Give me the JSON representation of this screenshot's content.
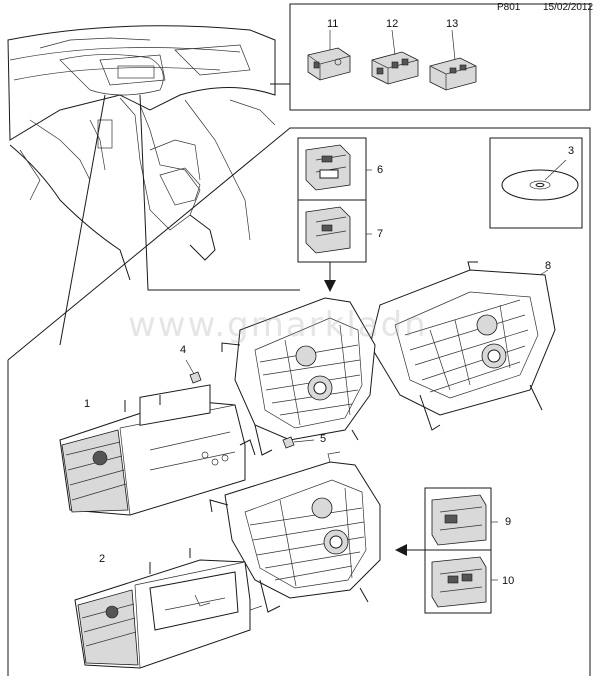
{
  "header": {
    "code": "P801",
    "date": "15/02/2012"
  },
  "watermark": "www.gmarkladn",
  "callouts": {
    "c1": "1",
    "c2": "2",
    "c3": "3",
    "c4": "4",
    "c5": "5",
    "c6": "6",
    "c7": "7",
    "c8": "8",
    "c9": "9",
    "c10": "10",
    "c11": "11",
    "c12": "12",
    "c13": "13"
  },
  "colors": {
    "line": "#1a1a1a",
    "part_fill": "#d9d9d9",
    "background": "#ffffff"
  }
}
